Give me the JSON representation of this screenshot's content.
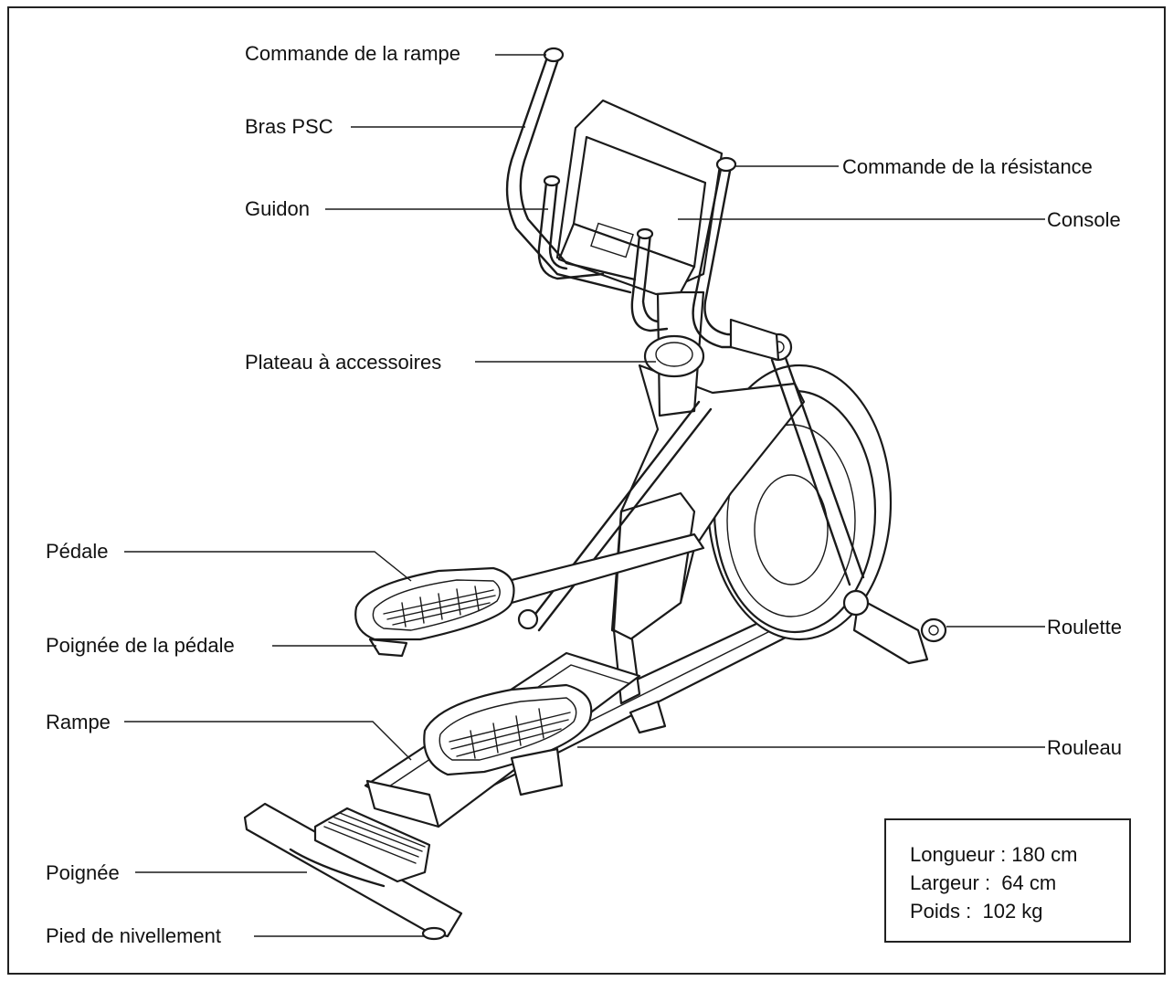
{
  "labels": {
    "commande_rampe": "Commande de la rampe",
    "bras_psc": "Bras PSC",
    "guidon": "Guidon",
    "commande_resistance": "Commande de la résistance",
    "console": "Console",
    "plateau": "Plateau à accessoires",
    "pedale": "Pédale",
    "poignee_pedale": "Poignée de la pédale",
    "roulette": "Roulette",
    "rampe": "Rampe",
    "rouleau": "Rouleau",
    "poignee": "Poignée",
    "pied": "Pied de nivellement"
  },
  "specs": {
    "longueur": "Longueur : 180 cm",
    "largeur": "Largeur :  64 cm",
    "poids": "Poids :  102 kg"
  }
}
